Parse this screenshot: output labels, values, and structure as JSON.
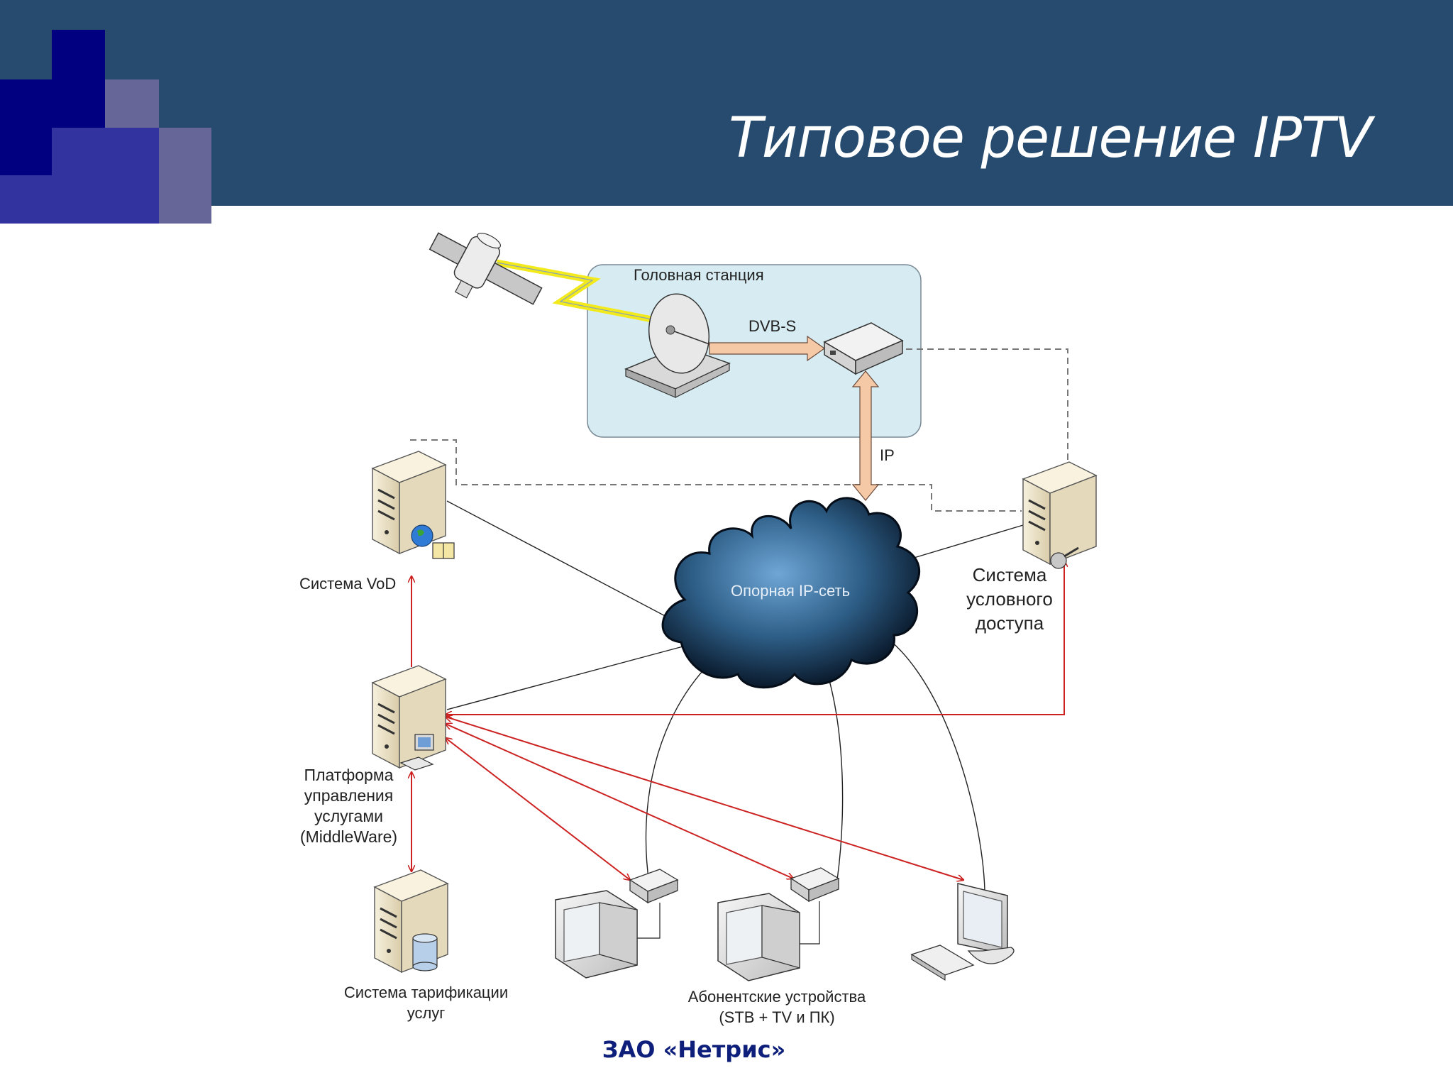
{
  "slide": {
    "title": "Типовое решение IPTV",
    "footer": "ЗАО «Нетрис»"
  },
  "colors": {
    "header_bg": "#264b6e",
    "deco_navy": "#000080",
    "deco_mid": "#3333a0",
    "deco_light": "#666699",
    "headend_box": "#d6ecf2",
    "control_links": "#cc2222",
    "ip_arrow": "#f5c8a6",
    "footer_text": "#0d1f7a"
  },
  "diagram": {
    "headend_label": "Головная станция",
    "dvbs_label": "DVB-S",
    "ip_label": "IP",
    "cloud_label": "Опорная IP-сеть",
    "vod_label": "Система VoD",
    "middleware_label": [
      "Платформа",
      "управления",
      "услугами",
      "(MiddleWare)"
    ],
    "ca_label": [
      "Система",
      "условного",
      "доступа"
    ],
    "billing_label": [
      "Система тарификации",
      "услуг"
    ],
    "subscriber_label": [
      "Абонентские устройства",
      "(STB + TV и ПК)"
    ]
  }
}
